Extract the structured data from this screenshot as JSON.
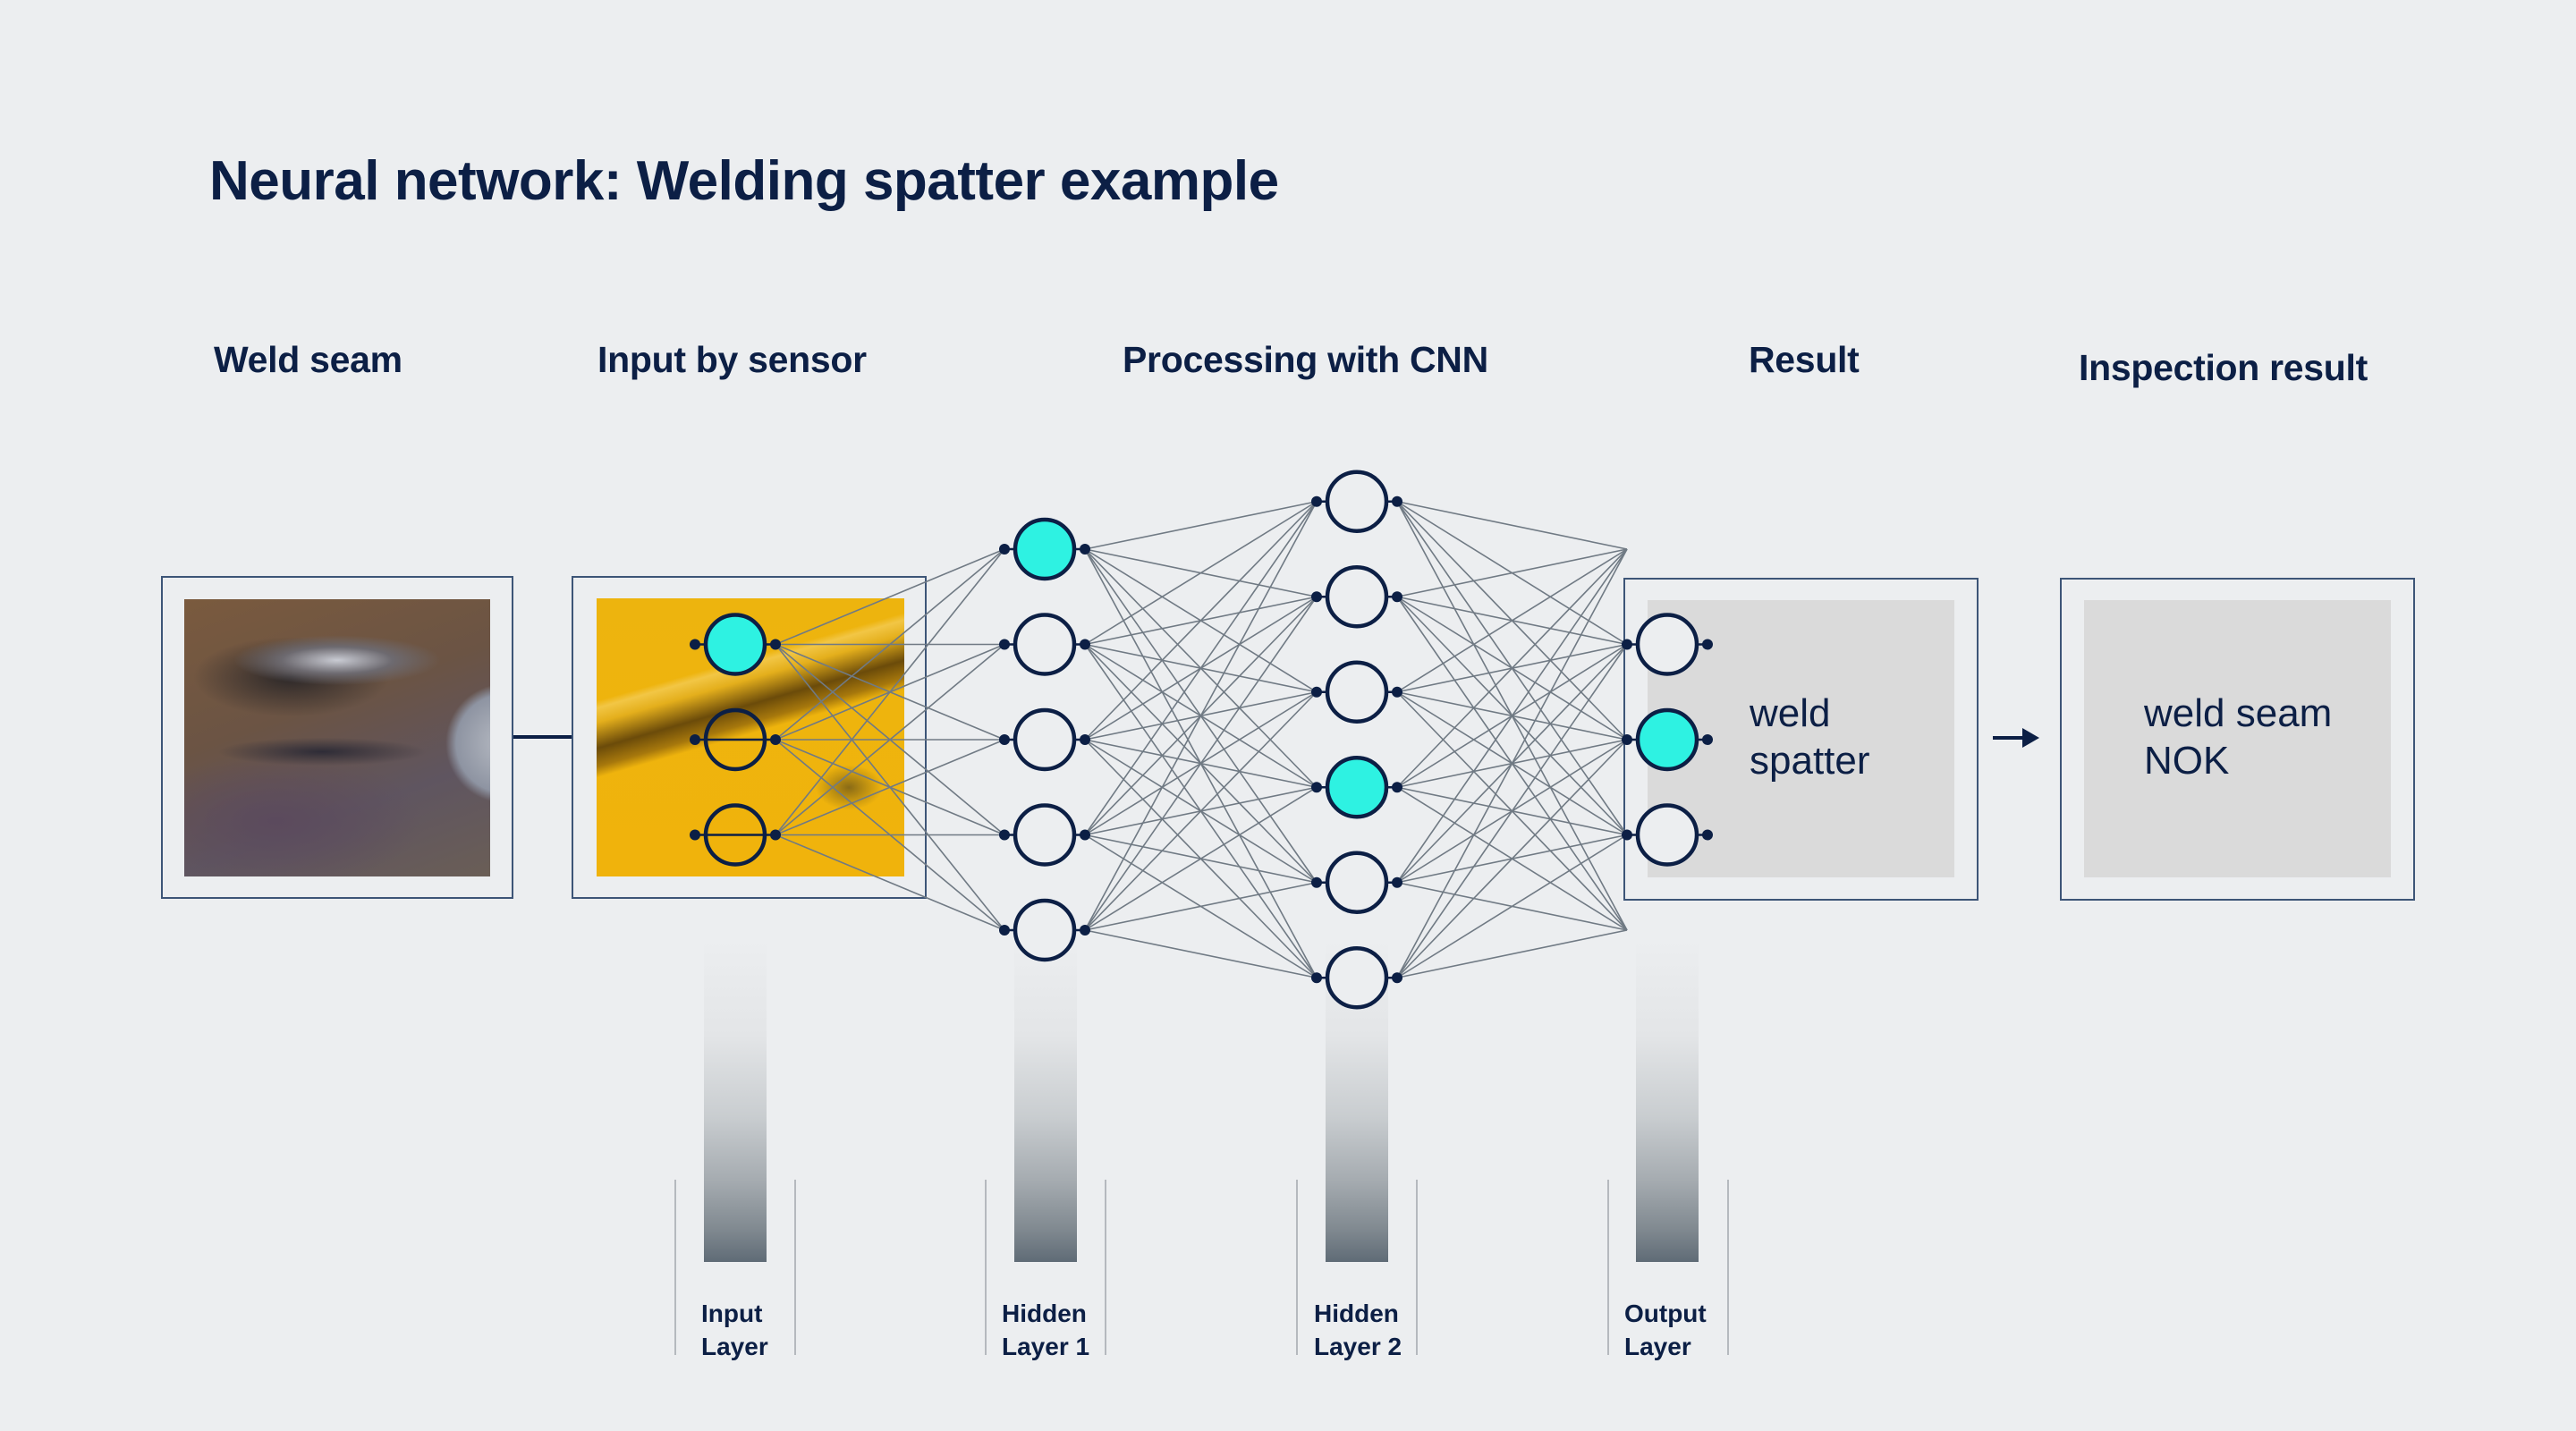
{
  "title": "Neural network: Welding spatter example",
  "columns": {
    "weld_seam": "Weld seam",
    "input_by_sensor": "Input by sensor",
    "processing": "Processing with CNN",
    "result": "Result",
    "inspection_result": "Inspection result"
  },
  "images": {
    "weld_seam_photo": "weld-seam-photo",
    "sensor_photo": "sensor-height-map"
  },
  "result_box": {
    "text": "weld\nspatter"
  },
  "inspection_box": {
    "text": "weld seam\nNOK"
  },
  "network": {
    "layers": [
      {
        "name": "Input Layer",
        "label": "Input\nLayer",
        "neurons": 3,
        "active": [
          0
        ]
      },
      {
        "name": "Hidden Layer 1",
        "label": "Hidden\nLayer 1",
        "neurons": 5,
        "active": [
          0
        ]
      },
      {
        "name": "Hidden Layer 2",
        "label": "Hidden\nLayer 2",
        "neurons": 6,
        "active": [
          3
        ]
      },
      {
        "name": "Output Layer",
        "label": "Output\nLayer",
        "neurons": 3,
        "active": [
          1
        ]
      }
    ],
    "output_fan_targets": 5
  },
  "colors": {
    "navy": "#0C1F45",
    "active_neuron": "#2EF2E2",
    "edge": "#707A84",
    "frame": "#3D5577",
    "background": "#ECEEF0"
  },
  "icons": {
    "arrow": "arrow-right-icon"
  }
}
